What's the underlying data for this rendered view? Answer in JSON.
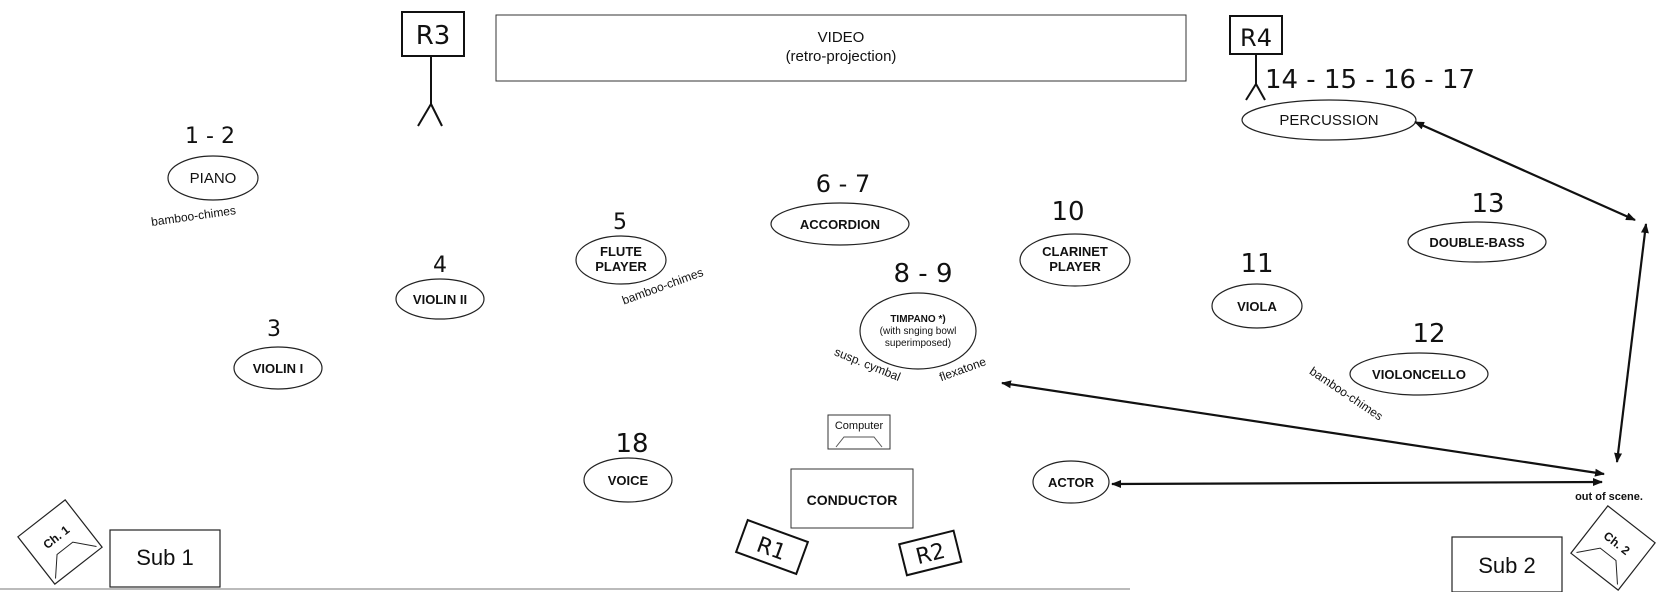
{
  "colors": {
    "ink": "#111111",
    "background": "#ffffff"
  },
  "video": {
    "line1": "VIDEO",
    "line2": "(retro-projection)"
  },
  "receivers": {
    "r1": "R1",
    "r2": "R2",
    "r3": "R3",
    "r4": "R4"
  },
  "instruments": {
    "piano": {
      "label": "PIANO",
      "number": "1 - 2"
    },
    "violin_i": {
      "label": "VIOLIN I",
      "number": "3"
    },
    "violin_ii": {
      "label": "VIOLIN II",
      "number": "4"
    },
    "flute": {
      "line1": "FLUTE",
      "line2": "PLAYER",
      "number": "5"
    },
    "accordion": {
      "label": "ACCORDION",
      "number": "6 - 7"
    },
    "timpano": {
      "line1": "TIMPANO *)",
      "line2": "(with snging bowl",
      "line3": "superimposed)",
      "number": "8 - 9"
    },
    "clarinet": {
      "line1": "CLARINET",
      "line2": "PLAYER",
      "number": "10"
    },
    "viola": {
      "label": "VIOLA",
      "number": "11"
    },
    "violoncello": {
      "label": "VIOLONCELLO",
      "number": "12"
    },
    "double_bass": {
      "label": "DOUBLE-BASS",
      "number": "13"
    },
    "percussion": {
      "label": "PERCUSSION",
      "number": "14 - 15 - 16 - 17"
    },
    "voice": {
      "label": "VOICE",
      "number": "18"
    },
    "actor": {
      "label": "ACTOR"
    }
  },
  "annotations": {
    "bamboo_piano": "bamboo-chimes",
    "bamboo_flute": "bamboo-chimes",
    "bamboo_cello": "bamboo-chimes",
    "susp_cymbal": "susp. cymbal",
    "flexatone": "flexatone",
    "out_of_scene": "out of scene."
  },
  "computer": "Computer",
  "conductor": "CONDUCTOR",
  "speakers": {
    "ch1": "Ch. 1",
    "ch2": "Ch. 2",
    "sub1": "Sub 1",
    "sub2": "Sub 2"
  }
}
